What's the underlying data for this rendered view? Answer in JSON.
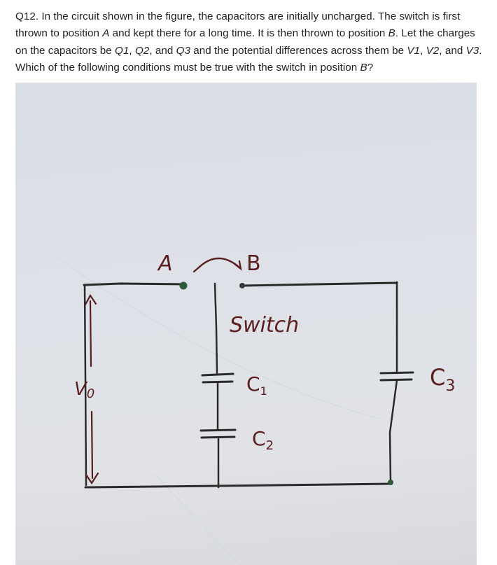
{
  "question": {
    "part1": "Q12. In the circuit shown in the figure, the capacitors are initially uncharged. The switch is first thrown to position ",
    "pos_a": "A",
    "part2": " and kept there for a long time. It is then thrown to position ",
    "pos_b": "B",
    "part3": ". Let the charges on the capacitors be ",
    "q1": "Q1",
    "sep1": ", ",
    "q2": "Q2",
    "sep2": ", and ",
    "q3": "Q3",
    "part4": " and the potential differences across them be ",
    "v1": "V1",
    "sep3": ", ",
    "v2": "V2",
    "sep4": ", and ",
    "v3": "V3",
    "part5": ". Which of the following conditions must be true with the switch in position ",
    "pos_b2": "B",
    "part6": "?"
  },
  "figure": {
    "label_a": "A",
    "label_b": "B",
    "label_switch": "Switch",
    "label_c1": "C",
    "label_c1_sub": "1",
    "label_c2": "C",
    "label_c2_sub": "2",
    "label_c3": "C",
    "label_c3_sub": "3",
    "label_v0": "V",
    "label_v0_sub": "0",
    "ink_color": "#5b1e1e",
    "wire_color": "#2a2a2a"
  }
}
